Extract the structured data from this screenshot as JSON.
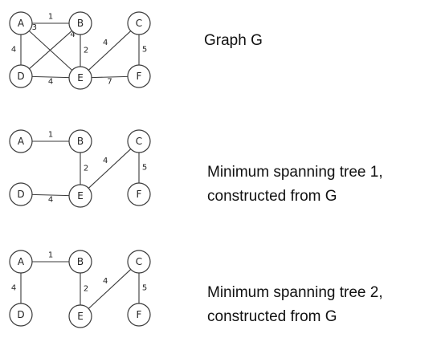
{
  "panels": [
    {
      "caption_lines": [
        "Graph G"
      ],
      "nodes": [
        "A",
        "B",
        "C",
        "D",
        "E",
        "F"
      ],
      "edges": [
        {
          "from": "A",
          "to": "B",
          "weight": "1"
        },
        {
          "from": "A",
          "to": "D",
          "weight": "4"
        },
        {
          "from": "A",
          "to": "E",
          "weight": "3"
        },
        {
          "from": "B",
          "to": "D",
          "weight": "4"
        },
        {
          "from": "B",
          "to": "E",
          "weight": "2"
        },
        {
          "from": "C",
          "to": "E",
          "weight": "4"
        },
        {
          "from": "C",
          "to": "F",
          "weight": "5"
        },
        {
          "from": "D",
          "to": "E",
          "weight": "4"
        },
        {
          "from": "E",
          "to": "F",
          "weight": "7"
        }
      ]
    },
    {
      "caption_lines": [
        "Minimum spanning tree 1,",
        "constructed from G"
      ],
      "nodes": [
        "A",
        "B",
        "C",
        "D",
        "E",
        "F"
      ],
      "edges": [
        {
          "from": "A",
          "to": "B",
          "weight": "1"
        },
        {
          "from": "B",
          "to": "E",
          "weight": "2"
        },
        {
          "from": "C",
          "to": "E",
          "weight": "4"
        },
        {
          "from": "C",
          "to": "F",
          "weight": "5"
        },
        {
          "from": "D",
          "to": "E",
          "weight": "4"
        }
      ]
    },
    {
      "caption_lines": [
        "Minimum spanning tree 2,",
        "constructed from G"
      ],
      "nodes": [
        "A",
        "B",
        "C",
        "D",
        "E",
        "F"
      ],
      "edges": [
        {
          "from": "A",
          "to": "B",
          "weight": "1"
        },
        {
          "from": "A",
          "to": "D",
          "weight": "4"
        },
        {
          "from": "B",
          "to": "E",
          "weight": "2"
        },
        {
          "from": "C",
          "to": "E",
          "weight": "4"
        },
        {
          "from": "C",
          "to": "F",
          "weight": "5"
        }
      ]
    }
  ]
}
